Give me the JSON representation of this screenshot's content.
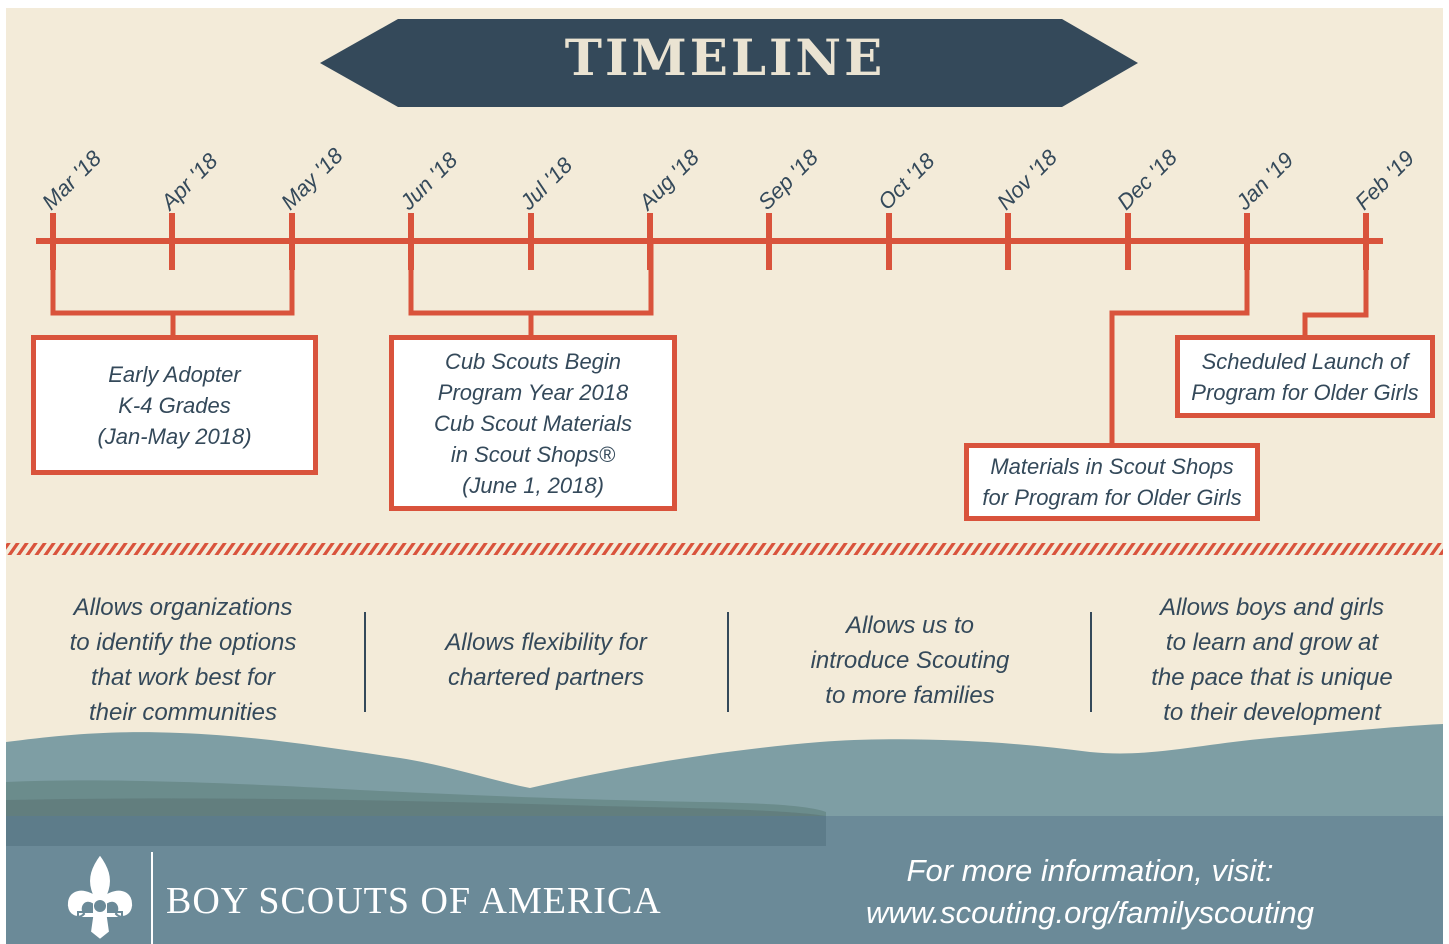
{
  "title": "TIMELINE",
  "months": [
    "Mar '18",
    "Apr '18",
    "May '18",
    "Jun '18",
    "Jul '18",
    "Aug '18",
    "Sep '18",
    "Oct '18",
    "Nov '18",
    "Dec '18",
    "Jan '19",
    "Feb '19"
  ],
  "milestones": [
    {
      "lines": [
        "Early Adopter",
        "K-4 Grades",
        "(Jan-May 2018)"
      ]
    },
    {
      "lines": [
        "Cub Scouts Begin",
        "Program Year 2018",
        "Cub Scout Materials",
        "in Scout Shops®",
        "(June 1, 2018)"
      ]
    },
    {
      "lines": [
        "Materials in Scout Shops",
        "for Program for Older Girls"
      ]
    },
    {
      "lines": [
        "Scheduled Launch of",
        "Program for Older Girls"
      ]
    }
  ],
  "benefits": [
    {
      "lines": [
        "Allows organizations",
        "to identify the options",
        "that work best for",
        "their communities"
      ]
    },
    {
      "lines": [
        "Allows flexibility for",
        "chartered partners"
      ]
    },
    {
      "lines": [
        "Allows us to",
        "introduce Scouting",
        "to more families"
      ]
    },
    {
      "lines": [
        "Allows boys and girls",
        "to learn and grow at",
        "the pace that is unique",
        "to their development"
      ]
    }
  ],
  "footer": {
    "organization": "BOY SCOUTS OF AMERICA",
    "info_line1": "For more information, visit:",
    "info_line2": "www.scouting.org/familyscouting"
  },
  "colors": {
    "background": "#f3ebd9",
    "accent": "#d9533c",
    "navy": "#34495a"
  },
  "icons": [
    "fleur-de-lis-icon"
  ]
}
